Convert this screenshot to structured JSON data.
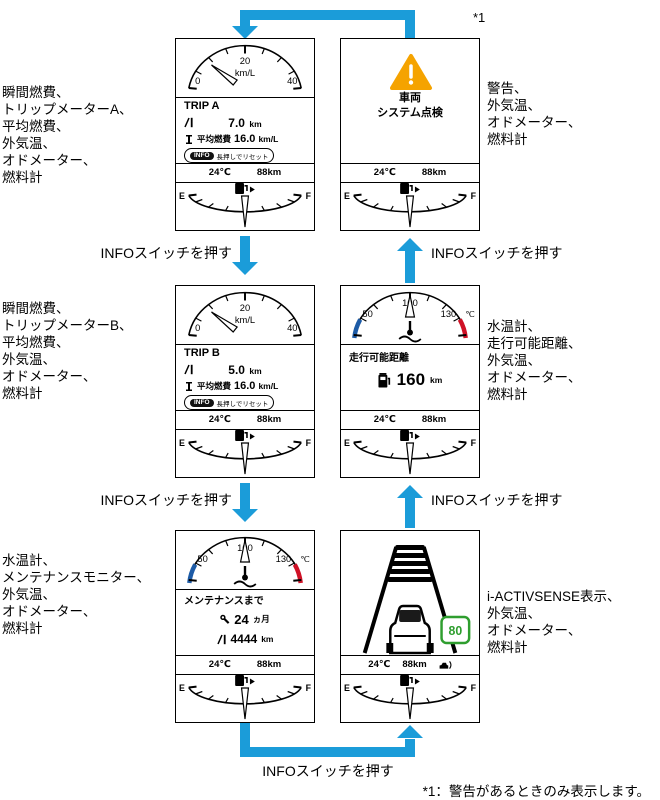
{
  "colors": {
    "arrow_blue": "#1b9cd9",
    "warning_amber": "#f5a300",
    "temp_cold_blue": "#1d5ba6",
    "temp_hot_red": "#cf1126",
    "sign_green": "#2f9e2f"
  },
  "top_note": "*1",
  "footnote": "*1：警告があるときのみ表示します。",
  "info_switch_label": "INFOスイッチを押す",
  "captions": {
    "row1_left": "瞬間燃費、\nトリップメーターA、\n平均燃費、\n外気温、\nオドメーター、\n燃料計",
    "row1_right": "警告、\n外気温、\nオドメーター、\n燃料計",
    "row2_left": "瞬間燃費、\nトリップメーターB、\n平均燃費、\n外気温、\nオドメーター、\n燃料計",
    "row2_right": "水温計、\n走行可能距離、\n外気温、\nオドメーター、\n燃料計",
    "row3_left": "水温計、\nメンテナンスモニター、\n外気温、\nオドメーター、\n燃料計",
    "row3_right": "i-ACTIVSENSE表示、\n外気温、\nオドメーター、\n燃料計"
  },
  "common": {
    "outside_temp": "24℃",
    "odometer": "88km",
    "fuel_empty": "E",
    "fuel_full": "F"
  },
  "econ_gauge": {
    "min": "0",
    "mid": "20",
    "max": "40",
    "unit": "km/L"
  },
  "temp_gauge": {
    "min": "50",
    "mid": "100",
    "max": "130",
    "unit": "℃"
  },
  "panel_trip_a": {
    "title": "TRIP A",
    "trip_value": "7.0",
    "trip_unit": "km",
    "avg_label": "平均燃費",
    "avg_value": "16.0",
    "avg_unit": "km/L",
    "info_key": "INFO",
    "info_hint": "長押しでリセット"
  },
  "panel_trip_b": {
    "title": "TRIP B",
    "trip_value": "5.0",
    "trip_unit": "km",
    "avg_label": "平均燃費",
    "avg_value": "16.0",
    "avg_unit": "km/L",
    "info_key": "INFO",
    "info_hint": "長押しでリセット"
  },
  "panel_warning": {
    "message": "車両\nシステム点検"
  },
  "panel_range": {
    "title": "走行可能距離",
    "value": "160",
    "unit": "km"
  },
  "panel_maintenance": {
    "title": "メンテナンスまで",
    "months_value": "24",
    "months_unit": "ヵ月",
    "distance_value": "4444",
    "distance_unit": "km"
  },
  "panel_sense": {
    "speed_limit": "80"
  }
}
